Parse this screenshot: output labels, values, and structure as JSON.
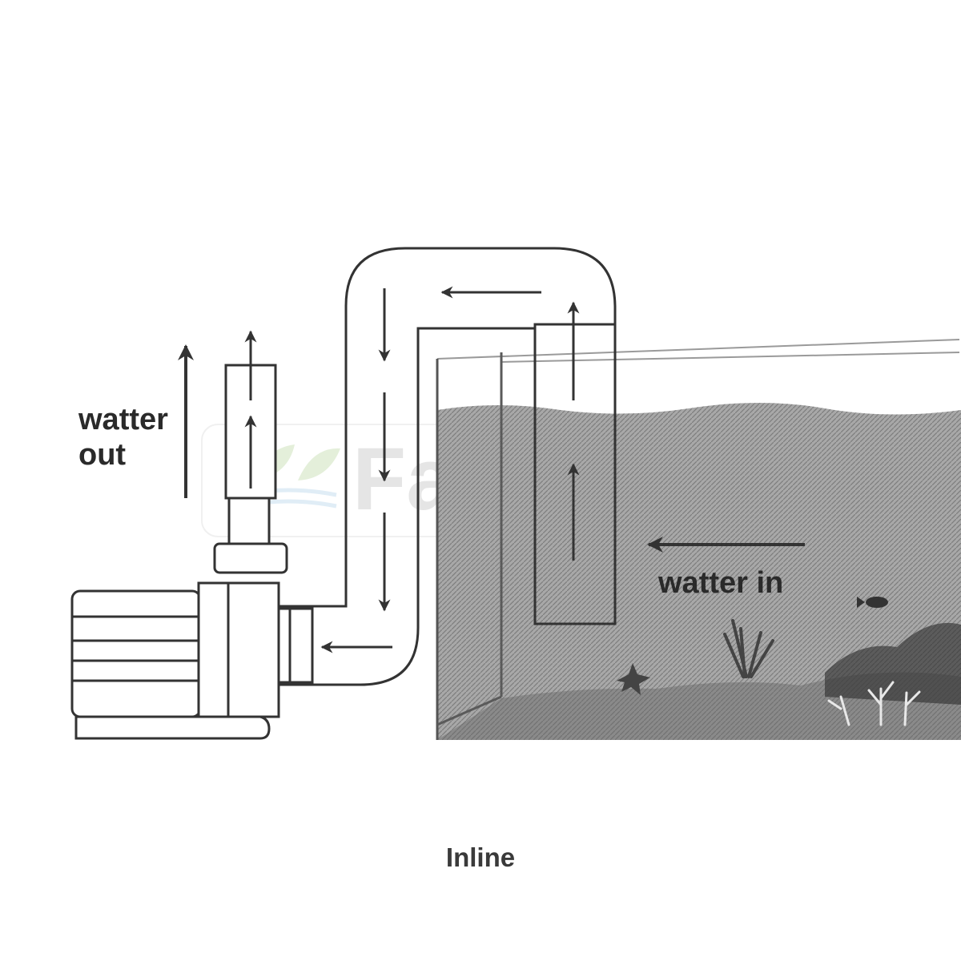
{
  "labels": {
    "water_out": [
      "watter",
      "out"
    ],
    "water_in": "watter in"
  },
  "caption": "Inline",
  "watermark": "Farmtek",
  "colors": {
    "line": "#3a3a3a",
    "water": "#a2a2a2",
    "caption": "#3a3a3a",
    "watermark": "#d7e8c8"
  }
}
